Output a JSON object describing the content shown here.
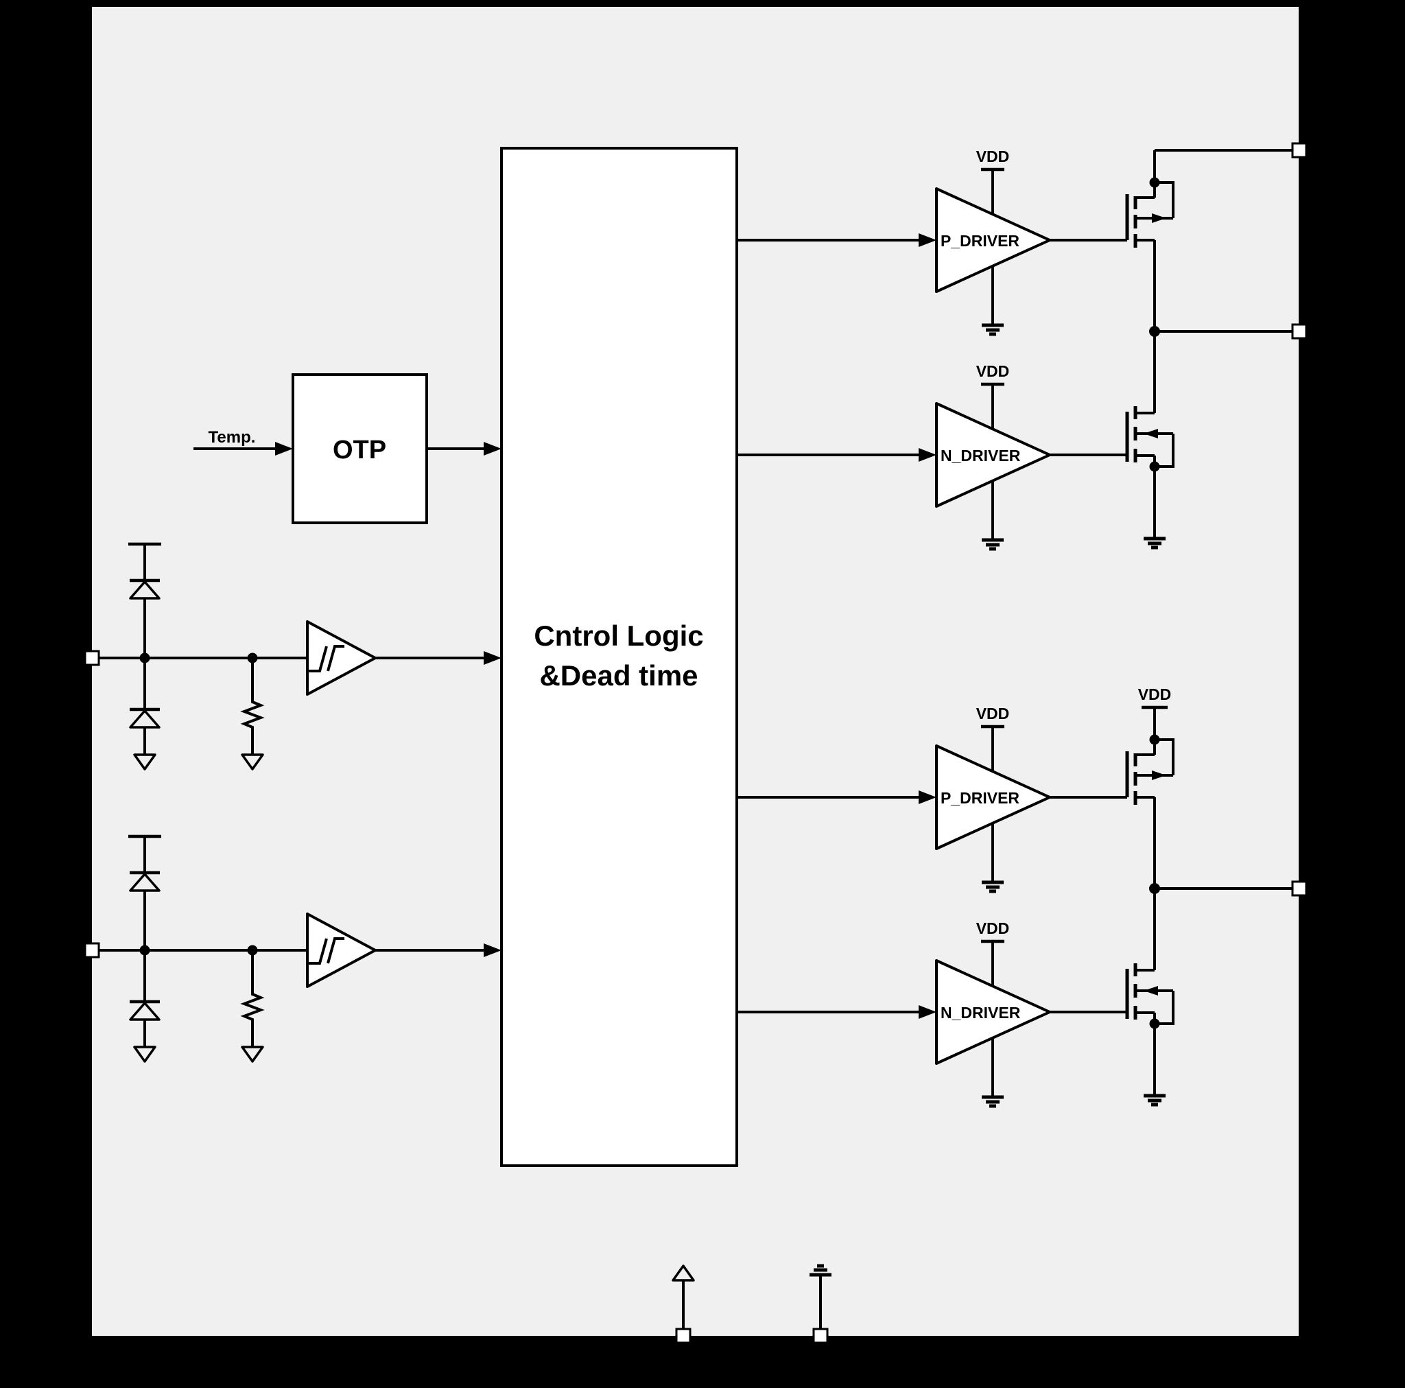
{
  "figure": {
    "type": "circuit-block-diagram",
    "background": "#000000",
    "chip_fill": "#f0f0f0",
    "block_fill": "#ffffff",
    "line_color": "#000000"
  },
  "blocks": {
    "control_logic": {
      "line1": "Cntrol Logic",
      "line2": "&Dead time"
    },
    "otp": {
      "label": "OTP"
    }
  },
  "labels": {
    "temp": "Temp.",
    "vdd": "VDD",
    "p_driver": "P_DRIVER",
    "n_driver": "N_DRIVER"
  }
}
